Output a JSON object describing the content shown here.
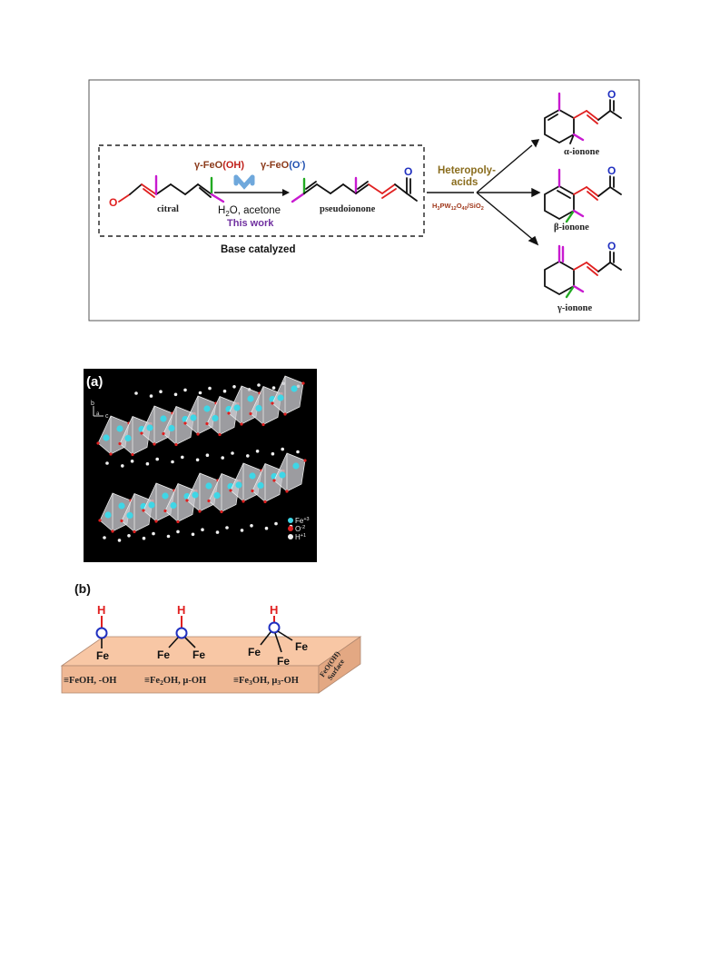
{
  "scheme": {
    "catalyst_left_prefix": "γ-FeO",
    "catalyst_left_paren": "(OH)",
    "catalyst_right_prefix": "γ-FeO",
    "catalyst_right_paren": "(O",
    "catalyst_right_sup": "-",
    "catalyst_right_close": ")",
    "conditions": "H",
    "conditions_sub": "2",
    "conditions_rest": "O, acetone",
    "this_work": "This work",
    "base_catalyzed": "Base catalyzed",
    "citral": "citral",
    "pseudoionone": "pseudoionone",
    "hpa_line1": "Heteropoly-",
    "hpa_line2": "acids",
    "hpa_cat_a": "H",
    "hpa_cat_a_sub": "3",
    "hpa_cat_b": "PW",
    "hpa_cat_b_sub": "12",
    "hpa_cat_c": "O",
    "hpa_cat_c_sub": "40",
    "hpa_cat_d": "/SiO",
    "hpa_cat_d_sub": "2",
    "alpha_ionone": "α-ionone",
    "beta_ionone": "β-ionone",
    "gamma_ionone": "γ-ionone",
    "atom_O": "O"
  },
  "crystal": {
    "panel_label": "(a)",
    "axis_b": "b",
    "axis_a": "a",
    "axis_c": "c",
    "legend": [
      {
        "el": "Fe",
        "sup": "+3",
        "color": "#3fd6e6"
      },
      {
        "el": "O",
        "sup": "-2",
        "color": "#e02020"
      },
      {
        "el": "H",
        "sup": "+1",
        "color": "#f0f0f0"
      }
    ]
  },
  "surface": {
    "panel_label": "(b)",
    "atom_H": "H",
    "atom_O": "O",
    "atom_Fe": "Fe",
    "label_1": "≡FeOH, -OH",
    "label_2a": "≡Fe",
    "label_2_sub": "2",
    "label_2b": "OH, μ-OH",
    "label_3a": "≡Fe",
    "label_3_sub": "3",
    "label_3b": "OH, μ",
    "label_3_sub2": "3",
    "label_3c": "-OH",
    "side_line1": "FeO(OH)",
    "side_line2": "Surface",
    "colors": {
      "slab_top": "#f8c7a5",
      "slab_front": "#efb894",
      "slab_side": "#e3a883"
    }
  }
}
